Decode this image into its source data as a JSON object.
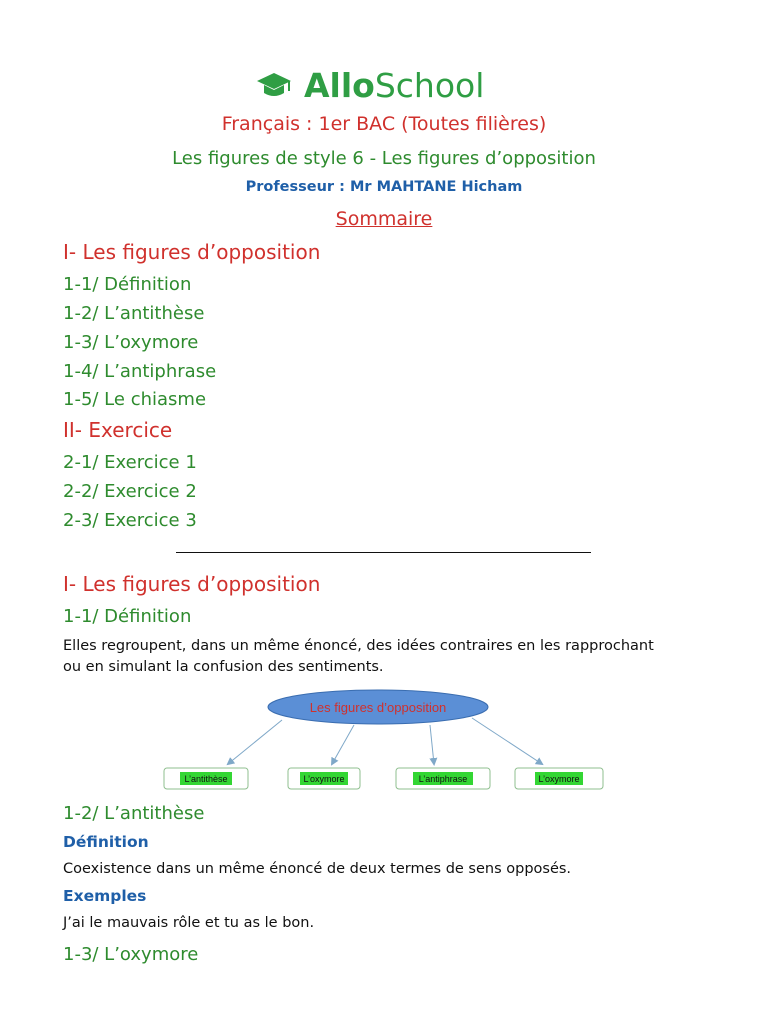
{
  "header": {
    "logo_bold": "Allo",
    "logo_light": "School",
    "title": "Français : 1er BAC (Toutes filières)",
    "subtitle": "Les figures de style 6 - Les figures d’opposition",
    "professor": "Professeur : Mr MAHTANE Hicham",
    "sommaire": "Sommaire"
  },
  "colors": {
    "brand_green": "#2f9e44",
    "heading_red": "#d0312d",
    "heading_green": "#2e8b2e",
    "label_blue": "#1f5fa8"
  },
  "toc": {
    "part1": "I- Les figures d’opposition",
    "items1": [
      "1-1/ Définition",
      "1-2/ L’antithèse",
      "1-3/ L’oxymore",
      "1-4/ L’antiphrase",
      "1-5/ Le chiasme"
    ],
    "part2": "II- Exercice",
    "items2": [
      "2-1/ Exercice 1",
      "2-2/ Exercice 2",
      "2-3/ Exercice 3"
    ]
  },
  "content": {
    "part1": "I- Les figures d’opposition",
    "s1_title": "1-1/ Définition",
    "s1_text_line1": "Elles regroupent, dans un même énoncé, des idées contraires en les rapprochant",
    "s1_text_line2": "ou en simulant la confusion des sentiments.",
    "diagram": {
      "root": "Les figures d’opposition",
      "children": [
        "L’antithèse",
        "L’oxymore",
        "L’antiphrase",
        "L’oxymore"
      ]
    },
    "s2_title": "1-2/ L’antithèse",
    "s2_def_label": "Définition",
    "s2_def_text": "Coexistence dans un même énoncé de deux termes de sens opposés.",
    "s2_ex_label": "Exemples",
    "s2_ex_text": "J’ai le mauvais rôle et tu as le bon.",
    "s3_title": "1-3/ L’oxymore"
  }
}
